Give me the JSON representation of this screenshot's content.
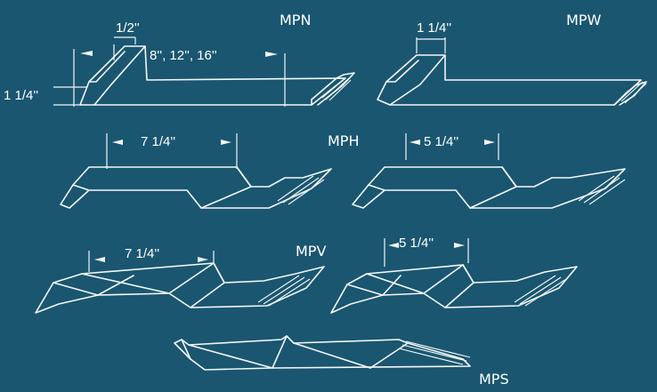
{
  "profiles": {
    "mpn": {
      "name": "MPN",
      "dim_rib_width": "1/2''",
      "dim_panel_widths": "8'', 12'', 16''",
      "dim_rib_height": "1 1/4''"
    },
    "mpw": {
      "name": "MPW",
      "dim_rib_width": "1 1/4''"
    },
    "mph": {
      "name": "MPH",
      "dim_left": "7 1/4''",
      "dim_right": "5 1/4''"
    },
    "mpv": {
      "name": "MPV",
      "dim_left": "7 1/4''",
      "dim_right": "5 1/4''"
    },
    "mps": {
      "name": "MPS"
    }
  },
  "colors": {
    "background": "#1a5670",
    "line": "#f4f7f8"
  }
}
